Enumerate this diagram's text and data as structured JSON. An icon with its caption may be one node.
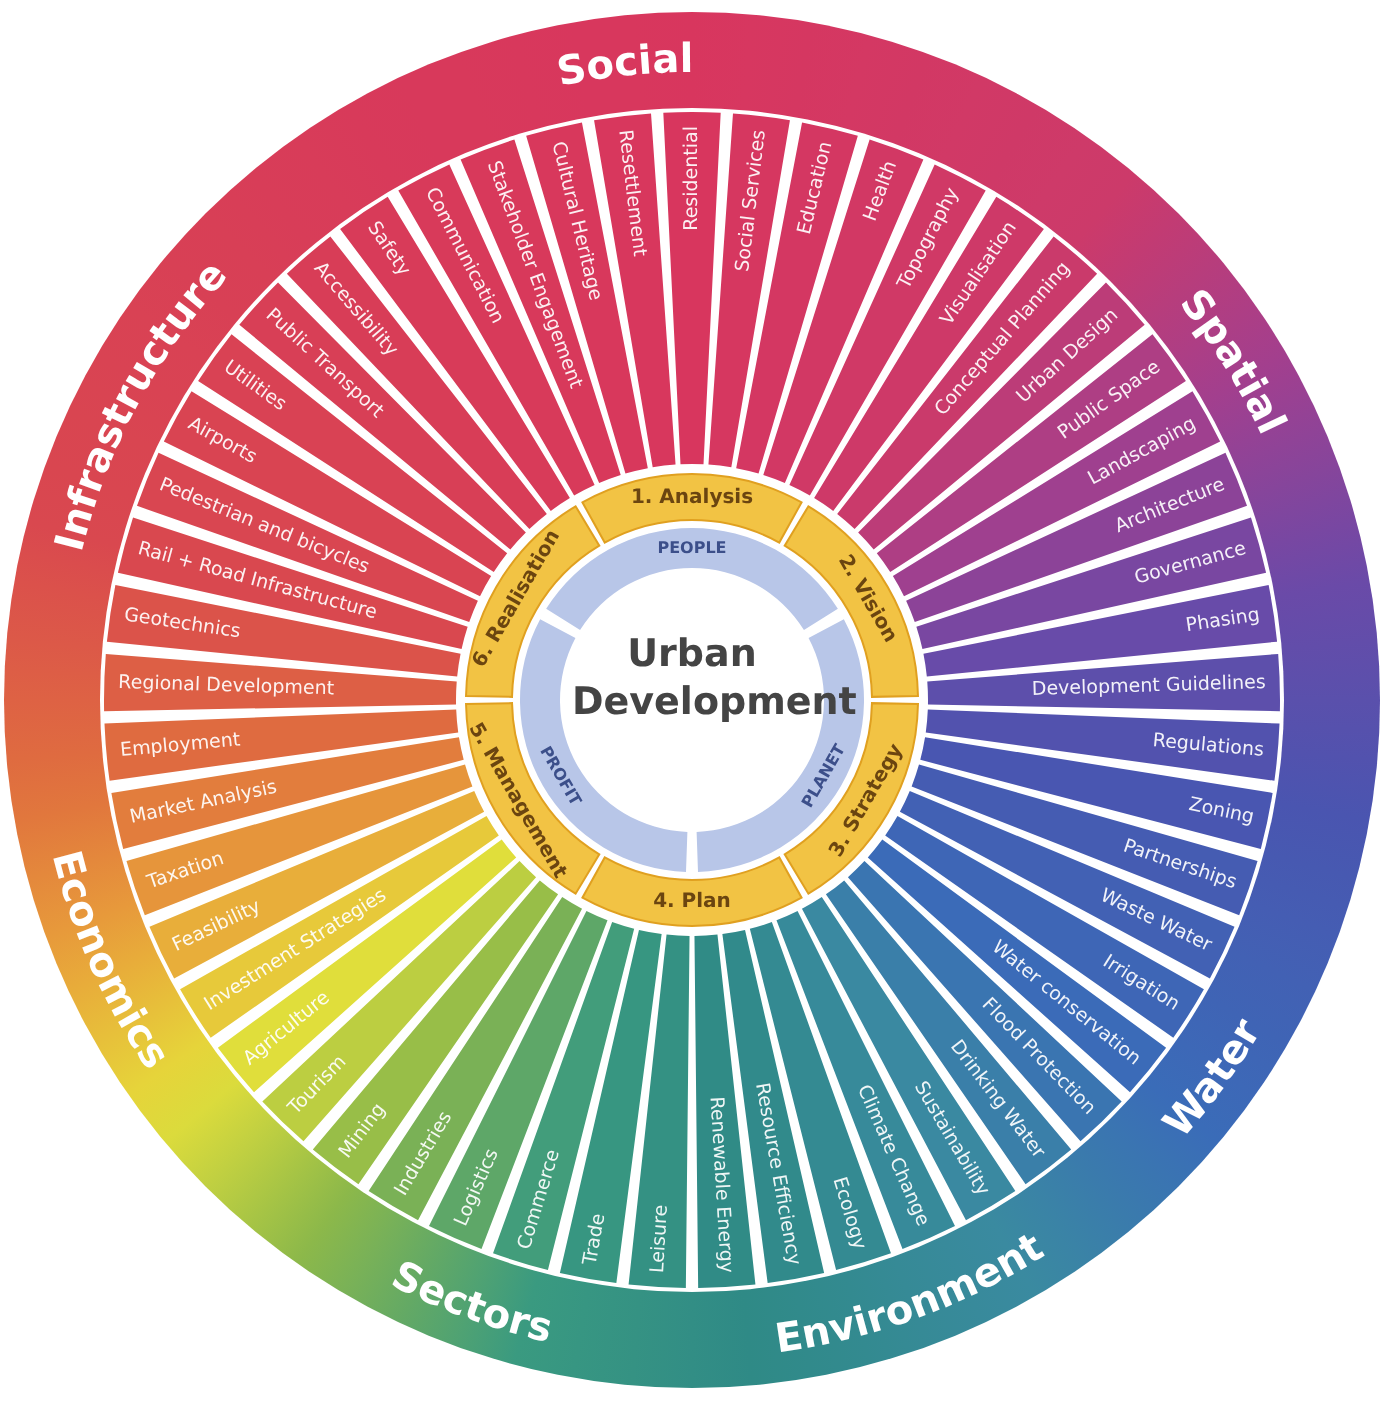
{
  "diagram": {
    "nodes": [
      {
        "text": [
          "Urban Development"
        ]
      },
      {
        "text": [
          "PEOPLE"
        ]
      },
      {
        "text": [
          "PLANET"
        ]
      },
      {
        "text": [
          "PROFIT"
        ]
      },
      {
        "text": [
          "1. Analysis"
        ]
      },
      {
        "text": [
          "2. Vision"
        ]
      },
      {
        "text": [
          "3. Strategy"
        ]
      },
      {
        "text": [
          "4. Plan"
        ]
      },
      {
        "text": [
          "5. Management"
        ]
      },
      {
        "text": [
          "6. Realisation"
        ]
      },
      {
        "text": [
          "Residential"
        ]
      },
      {
        "text": [
          "Social Services"
        ]
      },
      {
        "text": [
          "Education"
        ]
      },
      {
        "text": [
          "Health"
        ]
      },
      {
        "text": [
          "Topography"
        ]
      },
      {
        "text": [
          "Visualisation"
        ]
      },
      {
        "text": [
          "Conceptual Planning"
        ]
      },
      {
        "text": [
          "Urban Design"
        ]
      },
      {
        "text": [
          "Public Space"
        ]
      },
      {
        "text": [
          "Landscaping"
        ]
      },
      {
        "text": [
          "Architecture"
        ]
      },
      {
        "text": [
          "Governance"
        ]
      },
      {
        "text": [
          "Phasing"
        ]
      },
      {
        "text": [
          "Development Guidelines"
        ]
      },
      {
        "text": [
          "Regulations"
        ]
      },
      {
        "text": [
          "Zoning"
        ]
      },
      {
        "text": [
          "Partnerships"
        ]
      },
      {
        "text": [
          "Waste Water"
        ]
      },
      {
        "text": [
          "Irrigation"
        ]
      },
      {
        "text": [
          "Water conservation"
        ]
      },
      {
        "text": [
          "Flood Protection"
        ]
      },
      {
        "text": [
          "Drinking Water"
        ]
      },
      {
        "text": [
          "Sustainability"
        ]
      },
      {
        "text": [
          "Climate Change"
        ]
      },
      {
        "text": [
          "Ecology"
        ]
      },
      {
        "text": [
          "Resource Efficiency"
        ]
      },
      {
        "text": [
          "Renewable Energy"
        ]
      },
      {
        "text": [
          "Leisure"
        ]
      },
      {
        "text": [
          "Trade"
        ]
      },
      {
        "text": [
          "Commerce"
        ]
      },
      {
        "text": [
          "Logistics"
        ]
      },
      {
        "text": [
          "Industries"
        ]
      },
      {
        "text": [
          "Mining"
        ]
      },
      {
        "text": [
          "Tourism"
        ]
      },
      {
        "text": [
          "Agriculture"
        ]
      },
      {
        "text": [
          "Investment Strategies"
        ]
      },
      {
        "text": [
          "Feasibility"
        ]
      },
      {
        "text": [
          "Taxation"
        ]
      },
      {
        "text": [
          "Market Analysis"
        ]
      },
      {
        "text": [
          "Employment"
        ]
      },
      {
        "text": [
          "Regional Development"
        ]
      },
      {
        "text": [
          "Geotechnics"
        ]
      },
      {
        "text": [
          "Rail + Road Infrastructure"
        ]
      },
      {
        "text": [
          "Pedestrian and bicycles"
        ]
      },
      {
        "text": [
          "Airports"
        ]
      },
      {
        "text": [
          "Utilities"
        ]
      },
      {
        "text": [
          "Public Transport"
        ]
      },
      {
        "text": [
          "Accessibility"
        ]
      },
      {
        "text": [
          "Safety"
        ]
      },
      {
        "text": [
          "Communication"
        ]
      },
      {
        "text": [
          "Stakeholder Engagement"
        ]
      },
      {
        "text": [
          "Cultural Heritage"
        ]
      },
      {
        "text": [
          "Resettlement"
        ]
      }
    ],
    "labels": [
      "Social",
      "Spatial",
      "Water",
      "Environment",
      "Sectors",
      "Economics",
      "Infrastructure"
    ]
  }
}
